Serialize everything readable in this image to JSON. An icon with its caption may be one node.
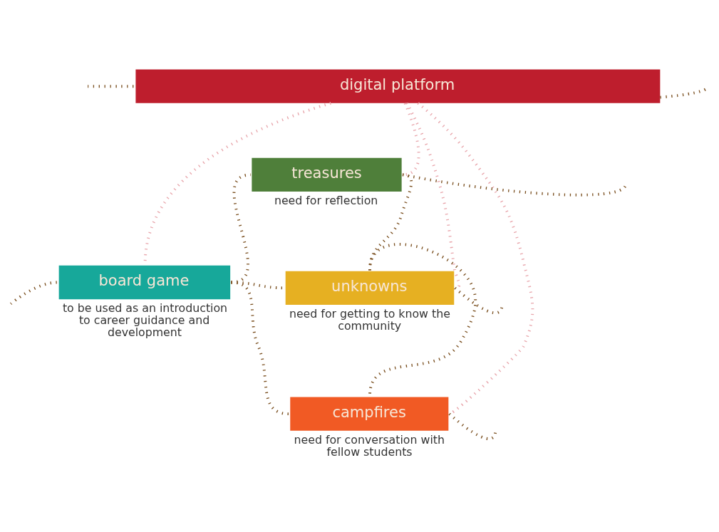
{
  "diagram": {
    "nodes": [
      {
        "text": [
          "digital platform"
        ]
      },
      {
        "text": [
          "treasures"
        ],
        "beside": [
          "need for reflection"
        ]
      },
      {
        "text": [
          "board game"
        ],
        "beside": [
          "to be used as an introduction to career guidance and development"
        ]
      },
      {
        "text": [
          "unknowns"
        ],
        "beside": [
          "need for getting to know the community"
        ]
      },
      {
        "text": [
          "campfires"
        ],
        "beside": [
          "need for conversation with fellow students"
        ]
      }
    ],
    "edges": [
      {
        "from": null,
        "to": 0,
        "arrow": "none"
      },
      {
        "from": 0,
        "to": null,
        "arrow": "none"
      },
      {
        "from": 0,
        "to": 2,
        "arrow": "none",
        "color": "#e8a5ab"
      },
      {
        "from": 0,
        "to": 1,
        "arrow": "none",
        "color": "#e8a5ab"
      },
      {
        "from": 0,
        "to": 3,
        "arrow": "none",
        "color": "#e8a5ab"
      },
      {
        "from": 0,
        "to": 4,
        "arrow": "none",
        "color": "#e8a5ab"
      },
      {
        "from": null,
        "to": 2,
        "arrow": "none"
      },
      {
        "from": 2,
        "to": 1,
        "arrow": "none"
      },
      {
        "from": 2,
        "to": 3,
        "arrow": "none"
      },
      {
        "from": 2,
        "to": 4,
        "arrow": "none"
      },
      {
        "from": 1,
        "to": 3,
        "arrow": "none"
      },
      {
        "from": 3,
        "to": 4,
        "arrow": "none"
      },
      {
        "from": 1,
        "to": null,
        "arrow": "none"
      },
      {
        "from": 3,
        "to": null,
        "arrow": "none"
      },
      {
        "from": 4,
        "to": null,
        "arrow": "none"
      }
    ]
  }
}
